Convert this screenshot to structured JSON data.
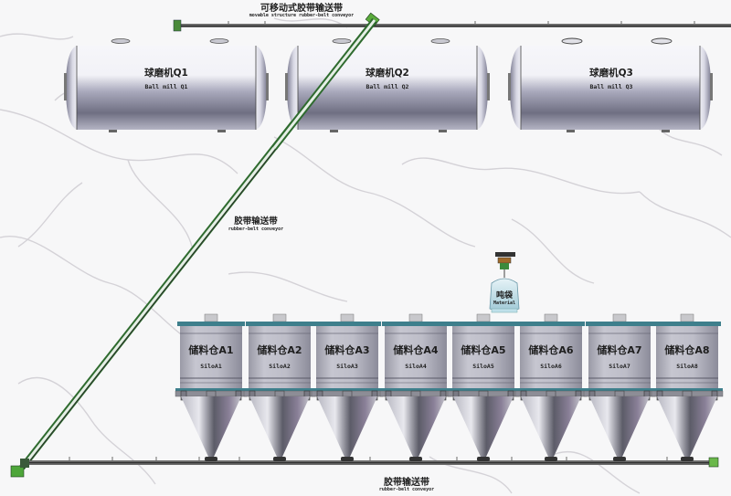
{
  "diagram": {
    "type": "process-flow-schematic",
    "colors": {
      "background": "#f7f7f8",
      "marble_vein": "#c9c6cc",
      "mill_body_light": "#f4f4f8",
      "mill_body_dark": "#6e6e80",
      "silo_body": "#b8b8c2",
      "silo_trim": "#3e7f8c",
      "conveyor_frame": "#5a5a5a",
      "conveyor_green": "#2f6b2f",
      "motor_green": "#5aaa3c"
    }
  },
  "conveyors": {
    "top": {
      "label_zh": "可移动式胶带输送带",
      "label_en": "movable structure rubber-belt conveyor"
    },
    "inclined": {
      "label_zh": "胶带输送带",
      "label_en": "rubber-belt conveyor"
    },
    "bottom": {
      "label_zh": "胶带输送带",
      "label_en": "rubber-belt conveyor"
    }
  },
  "ball_mills": [
    {
      "label_zh": "球磨机Q1",
      "label_en": "Ball mill Q1"
    },
    {
      "label_zh": "球磨机Q2",
      "label_en": "Ball mill Q2"
    },
    {
      "label_zh": "球磨机Q3",
      "label_en": "Ball mill Q3"
    }
  ],
  "material_bag": {
    "label_zh": "吨袋",
    "label_en": "Material"
  },
  "silos": [
    {
      "label_zh": "储料仓A1",
      "label_en": "SiloA1"
    },
    {
      "label_zh": "储料仓A2",
      "label_en": "SiloA2"
    },
    {
      "label_zh": "储料仓A3",
      "label_en": "SiloA3"
    },
    {
      "label_zh": "储料仓A4",
      "label_en": "SiloA4"
    },
    {
      "label_zh": "储料仓A5",
      "label_en": "SiloA5"
    },
    {
      "label_zh": "储料仓A6",
      "label_en": "SiloA6"
    },
    {
      "label_zh": "储料仓A7",
      "label_en": "SiloA7"
    },
    {
      "label_zh": "储料仓A8",
      "label_en": "SiloA8"
    }
  ]
}
